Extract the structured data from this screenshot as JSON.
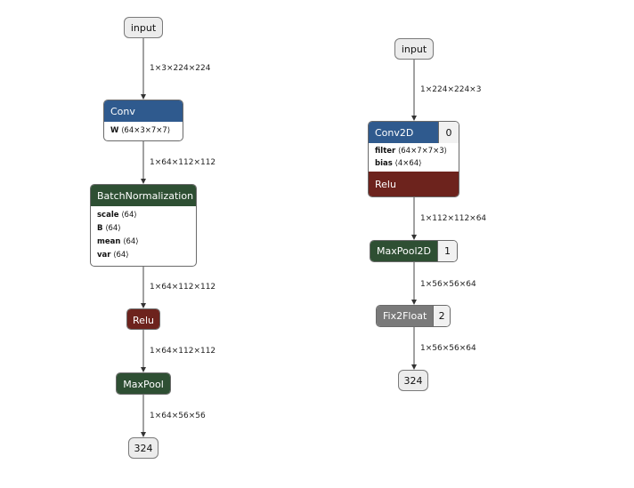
{
  "left": {
    "input": "input",
    "edge1": "1×3×224×224",
    "conv": {
      "title": "Conv",
      "attrs": [
        {
          "name": "W",
          "value": "⟨64×3×7×7⟩"
        }
      ]
    },
    "edge2": "1×64×112×112",
    "bn": {
      "title": "BatchNormalization",
      "attrs": [
        {
          "name": "scale",
          "value": "⟨64⟩"
        },
        {
          "name": "B",
          "value": "⟨64⟩"
        },
        {
          "name": "mean",
          "value": "⟨64⟩"
        },
        {
          "name": "var",
          "value": "⟨64⟩"
        }
      ]
    },
    "edge3": "1×64×112×112",
    "relu": "Relu",
    "edge4": "1×64×112×112",
    "maxpool": "MaxPool",
    "edge5": "1×64×56×56",
    "output": "324"
  },
  "right": {
    "input": "input",
    "edge1": "1×224×224×3",
    "conv2d": {
      "title": "Conv2D",
      "index": "0",
      "attrs": [
        {
          "name": "filter",
          "value": "⟨64×7×7×3⟩"
        },
        {
          "name": "bias",
          "value": "⟨4×64⟩"
        }
      ],
      "activation": "Relu"
    },
    "edge2": "1×112×112×64",
    "maxpool2d": {
      "title": "MaxPool2D",
      "index": "1"
    },
    "edge3": "1×56×56×64",
    "fix2float": {
      "title": "Fix2Float",
      "index": "2"
    },
    "edge4": "1×56×56×64",
    "output": "324"
  }
}
